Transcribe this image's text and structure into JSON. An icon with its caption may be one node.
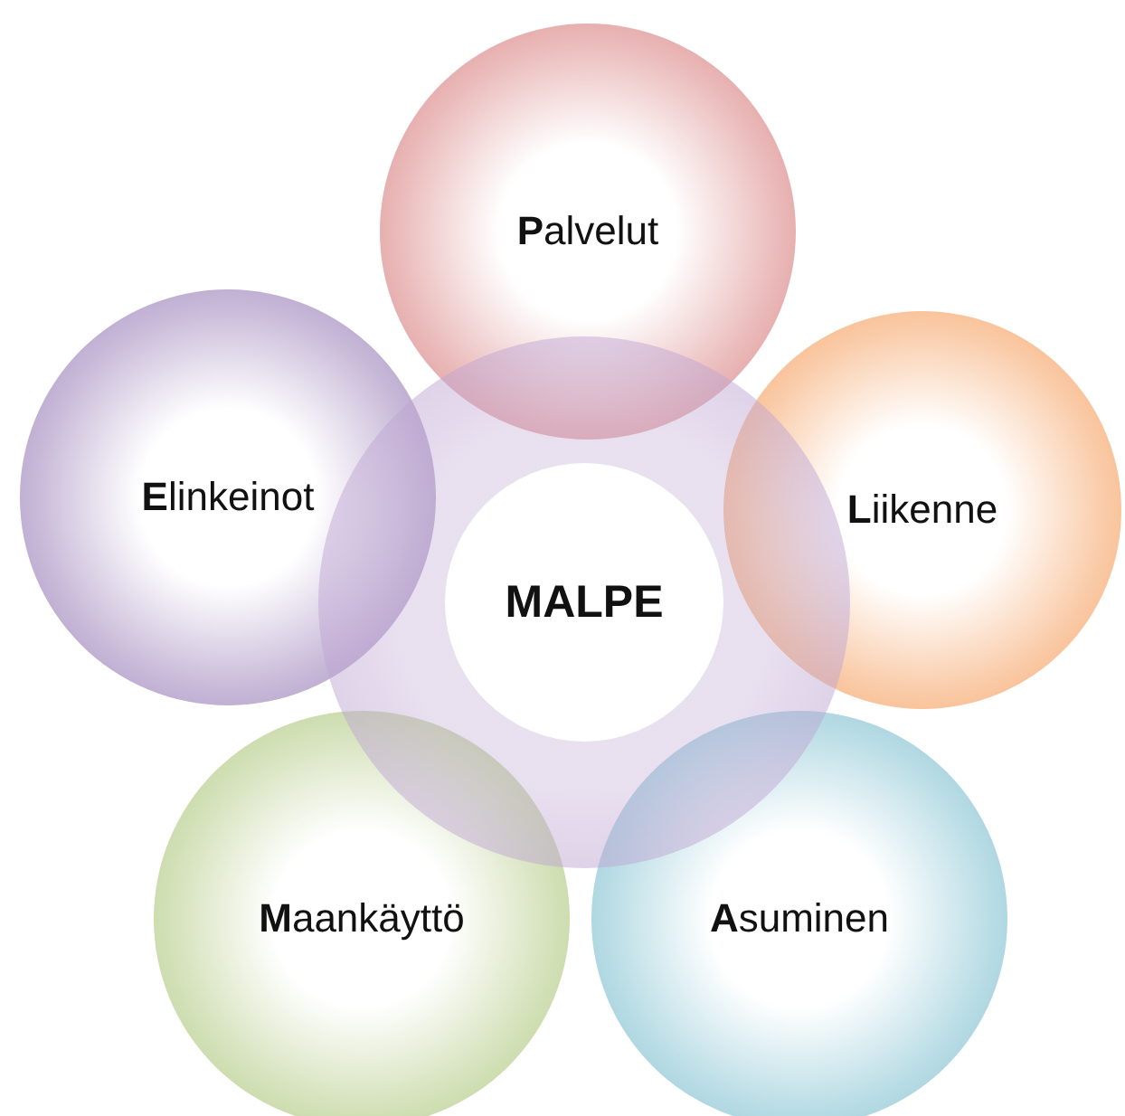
{
  "diagram": {
    "nodes": [
      {
        "text": [
          "**P**alvelut"
        ]
      },
      {
        "text": [
          "**E**linkeinot"
        ]
      },
      {
        "text": [
          "**L**iikenne"
        ]
      },
      {
        "text": [
          "MALPE"
        ]
      },
      {
        "text": [
          "**M**aankäyttö"
        ]
      },
      {
        "text": [
          "**A**suminen"
        ]
      }
    ],
    "edges": []
  }
}
